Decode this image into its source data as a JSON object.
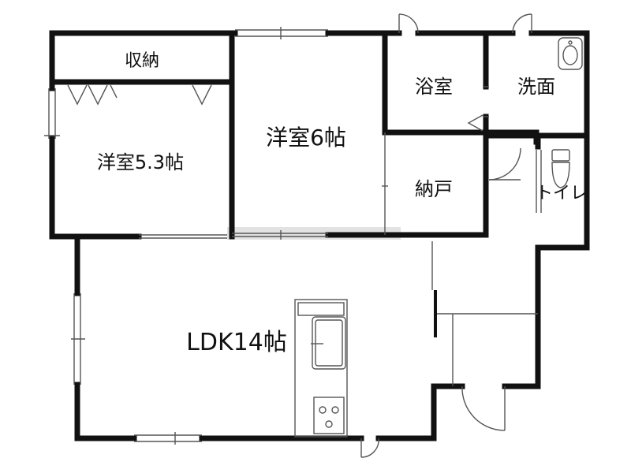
{
  "floorplan": {
    "colors": {
      "wall": "#111111",
      "thin": "#555555",
      "background": "#ffffff",
      "watermark": "#d8d8d8"
    },
    "rooms": {
      "storage": "収納",
      "western_room_a": "洋室5.3帖",
      "western_room_b": "洋室6帖",
      "bathroom": "浴室",
      "washroom": "洗面",
      "closet": "納戸",
      "toilet": "トイレ",
      "ldk": "LDK14帖"
    },
    "fixtures": [
      "washbasin-icon",
      "toilet-fixture-icon",
      "kitchen-sink-icon",
      "stove-icon"
    ]
  }
}
